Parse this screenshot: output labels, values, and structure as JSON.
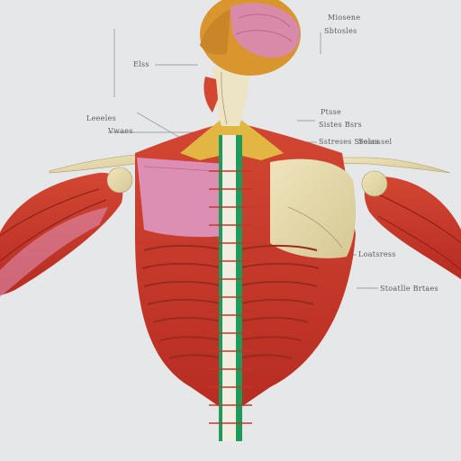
{
  "labels": {
    "top_right_1": "Miosene",
    "top_right_2": "Sbtosles",
    "left_head": "Elss",
    "left_upper_1": "Leeeles",
    "left_upper_2": "Vwaes",
    "right_upper_1": "Ptsse",
    "right_upper_2": "Sistes Bsrs",
    "right_upper_3": "Sstreses Srolas",
    "right_upper_4": "Sesnssel",
    "right_mid": "Loatsress",
    "right_low": "Stoatlle Brtaes"
  },
  "colors": {
    "background": "#e6e7e8",
    "muscle_red": "#c8392b",
    "muscle_pink": "#dc8fb3",
    "bone_cream": "#e8dcae",
    "spine_green": "#1e9a5a",
    "head_orange": "#d9962e",
    "brain_pink": "#d98aa8"
  }
}
